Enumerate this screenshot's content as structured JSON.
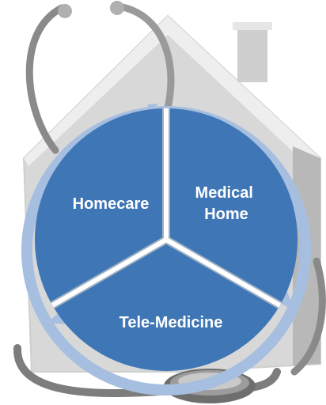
{
  "diagram": {
    "segments": [
      {
        "label_lines": [
          "Homecare"
        ]
      },
      {
        "label_lines": [
          "Medical",
          "Home"
        ]
      },
      {
        "label_lines": [
          "Tele-Medicine"
        ]
      }
    ],
    "background_image": "house-with-stethoscope-icon"
  },
  "colors": {
    "segment_fill": "#3f76b5",
    "segment_divider": "#ffffff",
    "ring": "#a6bfe0",
    "house_body": "#d9d9d9",
    "house_shadow": "#bdbdbd",
    "stethoscope": "#8c8c8c"
  }
}
